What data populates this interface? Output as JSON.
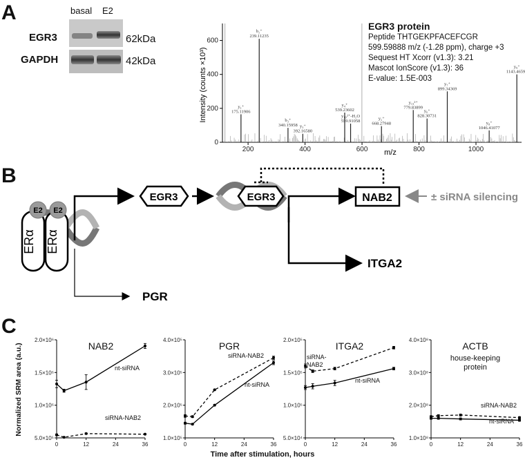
{
  "panelA": {
    "letter": "A",
    "blot": {
      "lanes": [
        "basal",
        "E2"
      ],
      "rows": [
        {
          "label": "EGR3",
          "kda": "62kDa"
        },
        {
          "label": "GAPDH",
          "kda": "42kDa"
        }
      ]
    },
    "info": {
      "title": "EGR3 protein",
      "lines": [
        "Peptide THTGEKPFACEFCGR",
        "599.59888 m/z (-1.28 ppm), charge +3",
        "Sequest HT Xcorr (v1.3): 3.21",
        "Mascot IonScore (v1.3): 36",
        "E-value: 1.5E-003"
      ]
    }
  },
  "panelB": {
    "letter": "B",
    "er_label": "ERα",
    "e2_label": "E2",
    "egr3_label": "EGR3",
    "nab2_label": "NAB2",
    "sirna_label": "± siRNA silencing",
    "itga2_label": "ITGA2",
    "pgr_label": "PGR"
  },
  "panelC": {
    "letter": "C",
    "ylabel": "Normalized SRM area (a.u.)",
    "xlabel": "Time after stimulation, hours"
  },
  "chart_data": [
    {
      "type": "line",
      "title": "Mass spectrum",
      "xlabel": "m/z",
      "ylabel": "Intensity (counts ×10³)",
      "xlim": [
        110,
        1160
      ],
      "ylim": [
        0,
        700
      ],
      "xticks": [
        200,
        400,
        600,
        800,
        1000
      ],
      "yticks": [
        0,
        200,
        400,
        600
      ],
      "peaks": [
        {
          "mz": 175.119,
          "intensity": 165,
          "ion": "y₁⁺",
          "mass": "175.11906"
        },
        {
          "mz": 239.112,
          "intensity": 610,
          "ion": "b₂⁺",
          "mass": "239.11235"
        },
        {
          "mz": 340.16,
          "intensity": 85,
          "ion": "b₃⁺",
          "mass": "340.15958"
        },
        {
          "mz": 392.166,
          "intensity": 50,
          "ion": "y₃⁺",
          "mass": "392.16580"
        },
        {
          "mz": 539.236,
          "intensity": 175,
          "ion": "y₄⁺",
          "mass": "539.23602"
        },
        {
          "mz": 559.91,
          "intensity": 110,
          "ion": "y₁₀²⁺-H₂O",
          "mass": "559.91058"
        },
        {
          "mz": 668.279,
          "intensity": 95,
          "ion": "y₅⁺",
          "mass": "668.27948"
        },
        {
          "mz": 779.839,
          "intensity": 190,
          "ion": "y₁₃²⁺",
          "mass": "779.83899"
        },
        {
          "mz": 828.307,
          "intensity": 140,
          "ion": "y₆⁺",
          "mass": "828.30731"
        },
        {
          "mz": 899.344,
          "intensity": 300,
          "ion": "y₇⁺",
          "mass": "899.34369"
        },
        {
          "mz": 1046.41,
          "intensity": 70,
          "ion": "y₈⁺",
          "mass": "1046.41077"
        },
        {
          "mz": 1143.466,
          "intensity": 400,
          "ion": "y₉⁺",
          "mass": "1143.46594"
        }
      ]
    },
    {
      "type": "line",
      "title": "NAB2",
      "subtitle": "",
      "x": [
        0,
        3,
        12,
        36
      ],
      "xticks": [
        0,
        12,
        24,
        36
      ],
      "ylim": [
        500000,
        2100000
      ],
      "yticks": [
        "5.0×10⁵",
        "1.0×10⁶",
        "1.5×10⁶",
        "2.0×10⁶"
      ],
      "series": [
        {
          "name": "nt-siRNA",
          "style": "solid",
          "values": [
            1380000,
            1270000,
            1410000,
            2000000
          ],
          "err": [
            60000,
            25000,
            120000,
            40000
          ]
        },
        {
          "name": "siRNA-NAB2",
          "style": "dashed",
          "values": [
            550000,
            510000,
            570000,
            560000
          ],
          "err": [
            15000,
            10000,
            10000,
            10000
          ]
        }
      ]
    },
    {
      "type": "line",
      "title": "PGR",
      "subtitle": "",
      "x": [
        0,
        3,
        12,
        36
      ],
      "xticks": [
        0,
        12,
        24,
        36
      ],
      "ylim": [
        1000000,
        4000000
      ],
      "yticks": [
        "1.0×10⁵",
        "2.0×10⁵",
        "3.0×10⁵",
        "4.0×10⁵"
      ],
      "series": [
        {
          "name": "siRNA-NAB2",
          "style": "dashed",
          "values": [
            1670000,
            1650000,
            2470000,
            3450000
          ],
          "err": [
            40000,
            30000,
            20000,
            50000
          ]
        },
        {
          "name": "nt-siRNA",
          "style": "solid",
          "values": [
            1450000,
            1420000,
            2000000,
            3300000
          ],
          "err": [
            30000,
            20000,
            20000,
            60000
          ]
        }
      ]
    },
    {
      "type": "line",
      "title": "ITGA2",
      "subtitle": "",
      "x": [
        0,
        3,
        12,
        36
      ],
      "xticks": [
        0,
        12,
        24,
        36
      ],
      "ylim": [
        500000,
        2000000
      ],
      "yticks": [
        "5.0×10⁴",
        "1.0×10⁵",
        "1.5×10⁵",
        "2.0×10⁵"
      ],
      "series": [
        {
          "name": "siRNA-NAB2",
          "style": "dashed",
          "values": [
            1600000,
            1520000,
            1560000,
            1880000
          ],
          "err": [
            30000,
            20000,
            20000,
            20000
          ]
        },
        {
          "name": "nt-siRNA",
          "style": "solid",
          "values": [
            1270000,
            1290000,
            1340000,
            1560000
          ],
          "err": [
            30000,
            40000,
            40000,
            20000
          ]
        }
      ]
    },
    {
      "type": "line",
      "title": "ACTB",
      "subtitle": "house-keeping protein",
      "x": [
        0,
        3,
        12,
        36
      ],
      "xticks": [
        0,
        12,
        24,
        36
      ],
      "ylim": [
        1000000,
        4000000
      ],
      "yticks": [
        "1.0×10⁸",
        "2.0×10⁸",
        "3.0×10⁸",
        "4.0×10⁸"
      ],
      "series": [
        {
          "name": "siRNA-NAB2",
          "style": "dashed",
          "values": [
            1650000,
            1680000,
            1700000,
            1620000
          ],
          "err": [
            30000,
            30000,
            30000,
            30000
          ]
        },
        {
          "name": "nt-siRNA",
          "style": "solid",
          "values": [
            1600000,
            1600000,
            1580000,
            1540000
          ],
          "err": [
            30000,
            30000,
            30000,
            30000
          ]
        }
      ]
    }
  ]
}
